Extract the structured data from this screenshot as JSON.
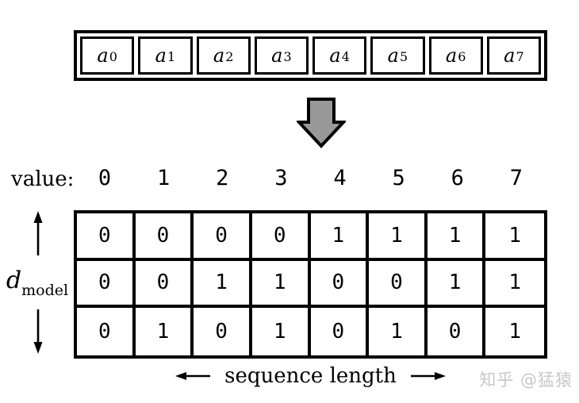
{
  "colors": {
    "line": "#000000",
    "background": "#ffffff",
    "block_arrow_fill": "#999999",
    "watermark": "#c8c8c8"
  },
  "sequence_row": {
    "cells": [
      {
        "base": "a",
        "sub": "0"
      },
      {
        "base": "a",
        "sub": "1"
      },
      {
        "base": "a",
        "sub": "2"
      },
      {
        "base": "a",
        "sub": "3"
      },
      {
        "base": "a",
        "sub": "4"
      },
      {
        "base": "a",
        "sub": "5"
      },
      {
        "base": "a",
        "sub": "6"
      },
      {
        "base": "a",
        "sub": "7"
      }
    ]
  },
  "value_row": {
    "label": "value:",
    "values": [
      "0",
      "1",
      "2",
      "3",
      "4",
      "5",
      "6",
      "7"
    ]
  },
  "matrix": {
    "rows": [
      [
        "0",
        "0",
        "0",
        "0",
        "1",
        "1",
        "1",
        "1"
      ],
      [
        "0",
        "0",
        "1",
        "1",
        "0",
        "0",
        "1",
        "1"
      ],
      [
        "0",
        "1",
        "0",
        "1",
        "0",
        "1",
        "0",
        "1"
      ]
    ]
  },
  "left_axis": {
    "base": "d",
    "sub": "model"
  },
  "bottom_axis": {
    "label": "sequence length"
  },
  "watermark": {
    "text": "知乎 @猛猿"
  }
}
